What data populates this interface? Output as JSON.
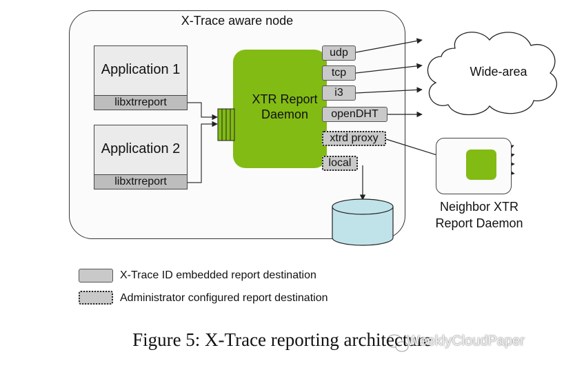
{
  "node": {
    "title": "X-Trace aware node"
  },
  "apps": [
    {
      "name": "Application 1",
      "lib": "libxtrreport"
    },
    {
      "name": "Application 2",
      "lib": "libxtrreport"
    }
  ],
  "daemon": {
    "line1": "XTR Report",
    "line2": "Daemon"
  },
  "ports": {
    "udp": "udp",
    "tcp": "tcp",
    "i3": "i3",
    "opendht": "openDHT",
    "proxy": "xtrd proxy",
    "local": "local"
  },
  "cloud": {
    "label": "Wide-area"
  },
  "neighbor": {
    "line1": "Neighbor XTR",
    "line2": "Report Daemon"
  },
  "legend": {
    "embedded": "X-Trace ID embedded report destination",
    "admin": "Administrator configured report destination"
  },
  "caption": "Figure 5: X-Trace reporting architecture",
  "watermark": "WeeklyCloudPaper",
  "colors": {
    "daemon_green": "#82bb14",
    "port_gray": "#c9c9c9",
    "db_teal": "#bfe3e9"
  }
}
